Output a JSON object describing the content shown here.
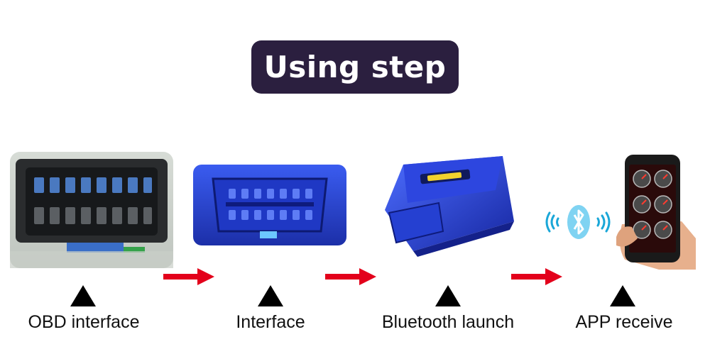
{
  "title": "Using step",
  "steps": [
    {
      "label": "OBD interface"
    },
    {
      "label": "Interface"
    },
    {
      "label": "Bluetooth launch"
    },
    {
      "label": "APP receive"
    }
  ],
  "colors": {
    "title_bg": "#2b1f3f",
    "title_text": "#ffffff",
    "arrow": "#e3001b",
    "marker": "#000000",
    "device_blue": "#1e3fd8"
  },
  "icons": {
    "connector_arrow": "red-right-arrow-icon",
    "step_marker": "black-triangle-icon",
    "wireless": "bluetooth-icon"
  }
}
